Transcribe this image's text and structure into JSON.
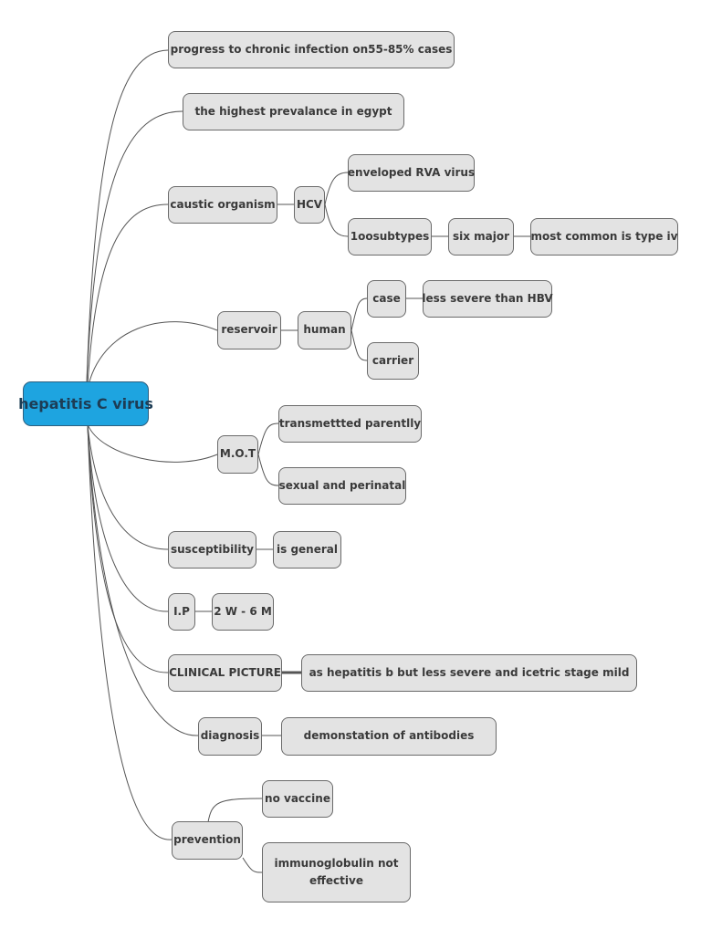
{
  "root": {
    "label": "hepatitis C virus",
    "color": "#1ea4e0"
  },
  "branch_color": "#e3e3e3",
  "nodes": {
    "progress": "progress to chronic infection on55-85% cases",
    "prevalence": "the highest prevalance in egypt",
    "caustic": "caustic organism",
    "hcv": "HCV",
    "enveloped": "enveloped RVA virus",
    "subtypes": "1oosubtypes",
    "six_major": "six major",
    "common_type": "most common is type iv",
    "reservoir": "reservoir",
    "human": "human",
    "case": "case",
    "less_severe_hbv": "less severe than HBV",
    "carrier": "carrier",
    "mot": "M.O.T",
    "parentlly": "transmettted parentlly",
    "sexual": "sexual and perinatal",
    "susceptibility": "susceptibility",
    "general": "is general",
    "ip": "I.P",
    "ip_value": "2 W - 6 M",
    "clinical": "CLINICAL PICTURE",
    "clinical_desc": "as hepatitis b but less severe and icetric stage mild",
    "diagnosis": "diagnosis",
    "antibodies": "demonstation of antibodies",
    "prevention": "prevention",
    "no_vaccine": "no vaccine",
    "immunoglobulin": "immunoglobulin not effective"
  }
}
